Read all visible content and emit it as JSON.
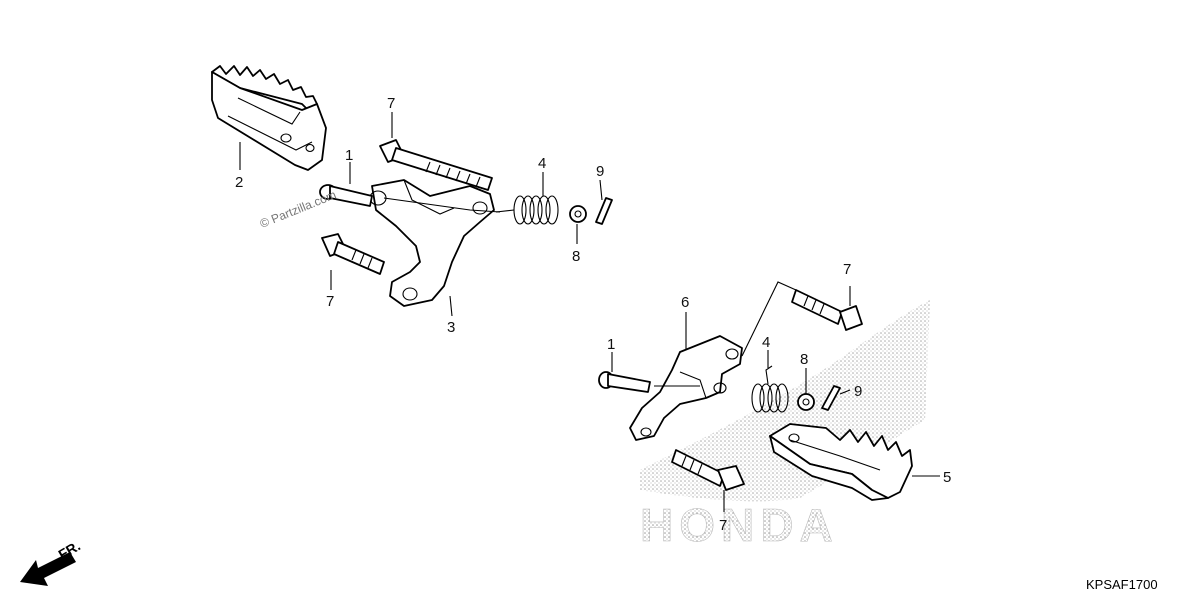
{
  "watermark": "© Partzilla.com",
  "front_indicator": "FR.",
  "diagram_code": "KPSAF1700",
  "brand_watermark": "HONDA",
  "callouts": {
    "c1a": "1",
    "c2": "2",
    "c3": "3",
    "c4a": "4",
    "c7a": "7",
    "c7b": "7",
    "c8a": "8",
    "c9a": "9",
    "c1b": "1",
    "c4b": "4",
    "c5": "5",
    "c6": "6",
    "c7c": "7",
    "c7d": "7",
    "c8b": "8",
    "c9b": "9"
  }
}
